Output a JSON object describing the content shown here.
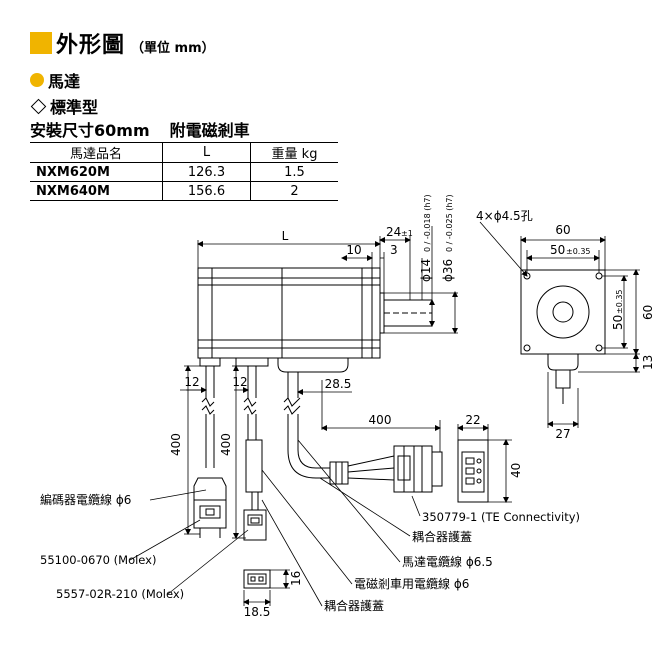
{
  "header": {
    "title": "外形圖",
    "unit": "（單位 mm）"
  },
  "section_motor": "馬達",
  "section_type": "標準型",
  "subtitle": {
    "spec": "安裝尺寸60mm",
    "brake": "附電磁剎車"
  },
  "table": {
    "headers": [
      "馬達品名",
      "L",
      "重量 kg"
    ],
    "rows": [
      [
        "NXM620M",
        "126.3",
        "1.5"
      ],
      [
        "NXM640M",
        "156.6",
        "2"
      ]
    ]
  },
  "dims": {
    "L": "L",
    "d10": "10",
    "d24": "24",
    "d24tol": "±1",
    "d3": "3",
    "shaft14": "ϕ14",
    "shaft14tol": "0 / -0.018 (h7)",
    "pilot36": "ϕ36",
    "pilot36tol": "0 / -0.025 (h7)",
    "holes": "4×ϕ4.5孔",
    "w60": "60",
    "p50": "50",
    "p50tol": "±0.35",
    "h60": "60",
    "v50": "50",
    "v50tol": "±0.35",
    "d13": "13",
    "d27": "27",
    "d12a": "12",
    "d12b": "12",
    "d28_5": "28.5",
    "d400a": "400",
    "d400b": "400",
    "d400c": "400",
    "d22": "22",
    "d40": "40",
    "d16": "16",
    "d18_5": "18.5"
  },
  "labels": {
    "encoder_cable": "編碼器電纜線 ϕ6",
    "molex_55100": "55100-0670 (Molex)",
    "molex_5557": "5557-02R-210 (Molex)",
    "te_350779": "350779-1 (TE Connectivity)",
    "coupler_cover_1": "耦合器護蓋",
    "motor_cable": "馬達電纜線 ϕ6.5",
    "brake_cable": "電磁剎車用電纜線 ϕ6",
    "coupler_cover_2": "耦合器護蓋"
  }
}
